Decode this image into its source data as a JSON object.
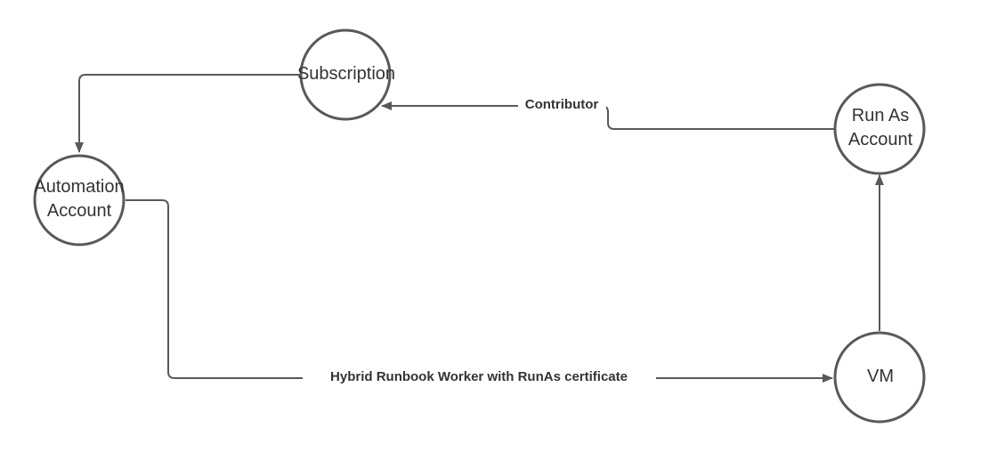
{
  "nodes": {
    "subscription": {
      "label": "Subscription"
    },
    "automation_account": {
      "line1": "Automation",
      "line2": "Account"
    },
    "run_as_account": {
      "line1": "Run As",
      "line2": "Account"
    },
    "vm": {
      "label": "VM"
    }
  },
  "edges": {
    "contributor": {
      "label": "Contributor"
    },
    "hybrid_worker": {
      "label": "Hybrid Runbook Worker with RunAs certificate"
    }
  },
  "colors": {
    "stroke": "#595959",
    "text": "#333333",
    "background": "#ffffff"
  }
}
